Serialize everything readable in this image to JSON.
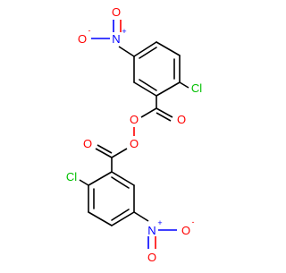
{
  "molecule": {
    "colors": {
      "bond": "#000000",
      "oxygen": "#ff0000",
      "nitrogen": "#0000ff",
      "chlorine": "#00c000",
      "background": "#ffffff"
    },
    "labels": {
      "top_nitro_o_left": "O",
      "top_nitro_o_left_charge": "-",
      "top_nitro_n": "N",
      "top_nitro_n_charge": "+",
      "top_nitro_o_double": "O",
      "top_cl": "Cl",
      "top_ester_o_single": "O",
      "top_ester_o_double": "O",
      "bottom_ester_o_single": "O",
      "bottom_ester_o_double": "O",
      "bottom_cl": "Cl",
      "bottom_nitro_o_left": "O",
      "bottom_nitro_o_left_charge": "-",
      "bottom_nitro_n": "N",
      "bottom_nitro_n_charge": "+",
      "bottom_nitro_o_double": "O"
    }
  }
}
